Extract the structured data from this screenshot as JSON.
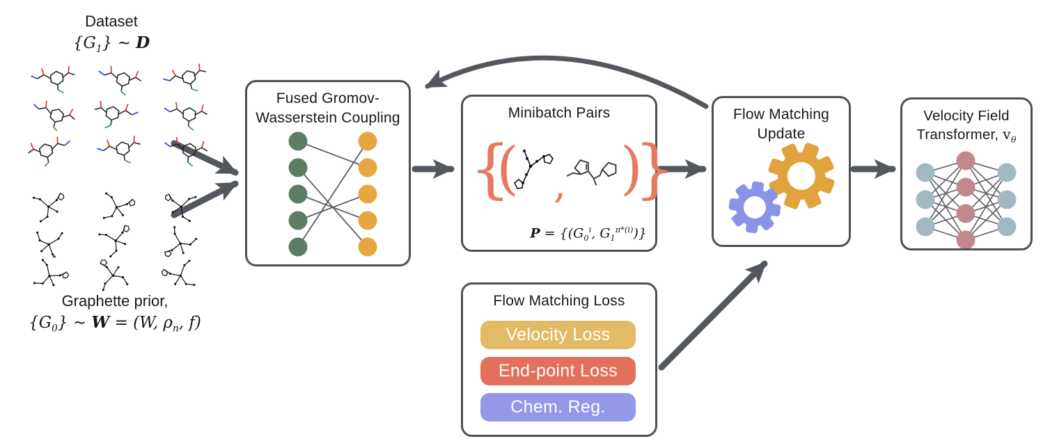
{
  "palette": {
    "arrow": "#53575e",
    "box_border": "#4b4f57",
    "green_node": "#5c7c64",
    "yellow_node": "#e6a83e",
    "edge_line": "#5a5d63",
    "brace": "#e8795e",
    "gear_yellow": "#e0a33e",
    "gear_blue": "#8b93e8",
    "nn_side": "#a2b9c2",
    "nn_mid": "#c2898c",
    "bar_text": "#ffffff"
  },
  "dataset": {
    "label": "Dataset",
    "formula": [
      {
        "k": "t",
        "v": "{G"
      },
      {
        "k": "sub",
        "v": "1"
      },
      {
        "k": "t",
        "v": "} ∼ "
      },
      {
        "k": "cal",
        "v": "D"
      }
    ]
  },
  "graphette_prior": {
    "label": "Graphette prior,",
    "formula": [
      {
        "k": "t",
        "v": "{G"
      },
      {
        "k": "sub",
        "v": "0"
      },
      {
        "k": "t",
        "v": "} ∼ "
      },
      {
        "k": "cal",
        "v": "W"
      },
      {
        "k": "t",
        "v": " = (W, ρ"
      },
      {
        "k": "sub",
        "v": "n"
      },
      {
        "k": "t",
        "v": ", f)"
      }
    ]
  },
  "boxes": {
    "coupling": {
      "title_line1": "Fused Gromov-",
      "title_line2": "Wasserstein Coupling",
      "bipartite": {
        "left_count": 5,
        "right_count": 5,
        "matching": [
          [
            1,
            2
          ],
          [
            2,
            5
          ],
          [
            3,
            4
          ],
          [
            4,
            3
          ],
          [
            5,
            1
          ]
        ]
      }
    },
    "minibatch": {
      "title": "Minibatch Pairs",
      "open_brace": "{",
      "open_paren": "(",
      "comma": ",",
      "close_paren": ")",
      "close_brace": "}",
      "formula": [
        {
          "k": "cal",
          "v": "P"
        },
        {
          "k": "t",
          "v": " = {(G"
        },
        {
          "k": "sub",
          "v": "0"
        },
        {
          "k": "sup",
          "v": "i"
        },
        {
          "k": "t",
          "v": ", G"
        },
        {
          "k": "sub",
          "v": "1"
        },
        {
          "k": "sup",
          "v": "π*(i)"
        },
        {
          "k": "t",
          "v": ")}"
        }
      ]
    },
    "fm_update": {
      "title_line1": "Flow Matching",
      "title_line2": "Update"
    },
    "velocity": {
      "title_line1": "Velocity Field",
      "title_line2": [
        {
          "k": "t2",
          "v": "Transformer, "
        },
        {
          "k": "it",
          "v": "v"
        },
        {
          "k": "sub",
          "v": "θ"
        }
      ],
      "network": {
        "layers": [
          3,
          4,
          3
        ]
      }
    },
    "loss": {
      "title": "Flow Matching Loss",
      "bars": [
        {
          "label": "Velocity Loss",
          "color": "#e3bb66"
        },
        {
          "label": "End-point Loss",
          "color": "#e2705a"
        },
        {
          "label": "Chem. Reg.",
          "color": "#9398e8"
        }
      ]
    }
  }
}
